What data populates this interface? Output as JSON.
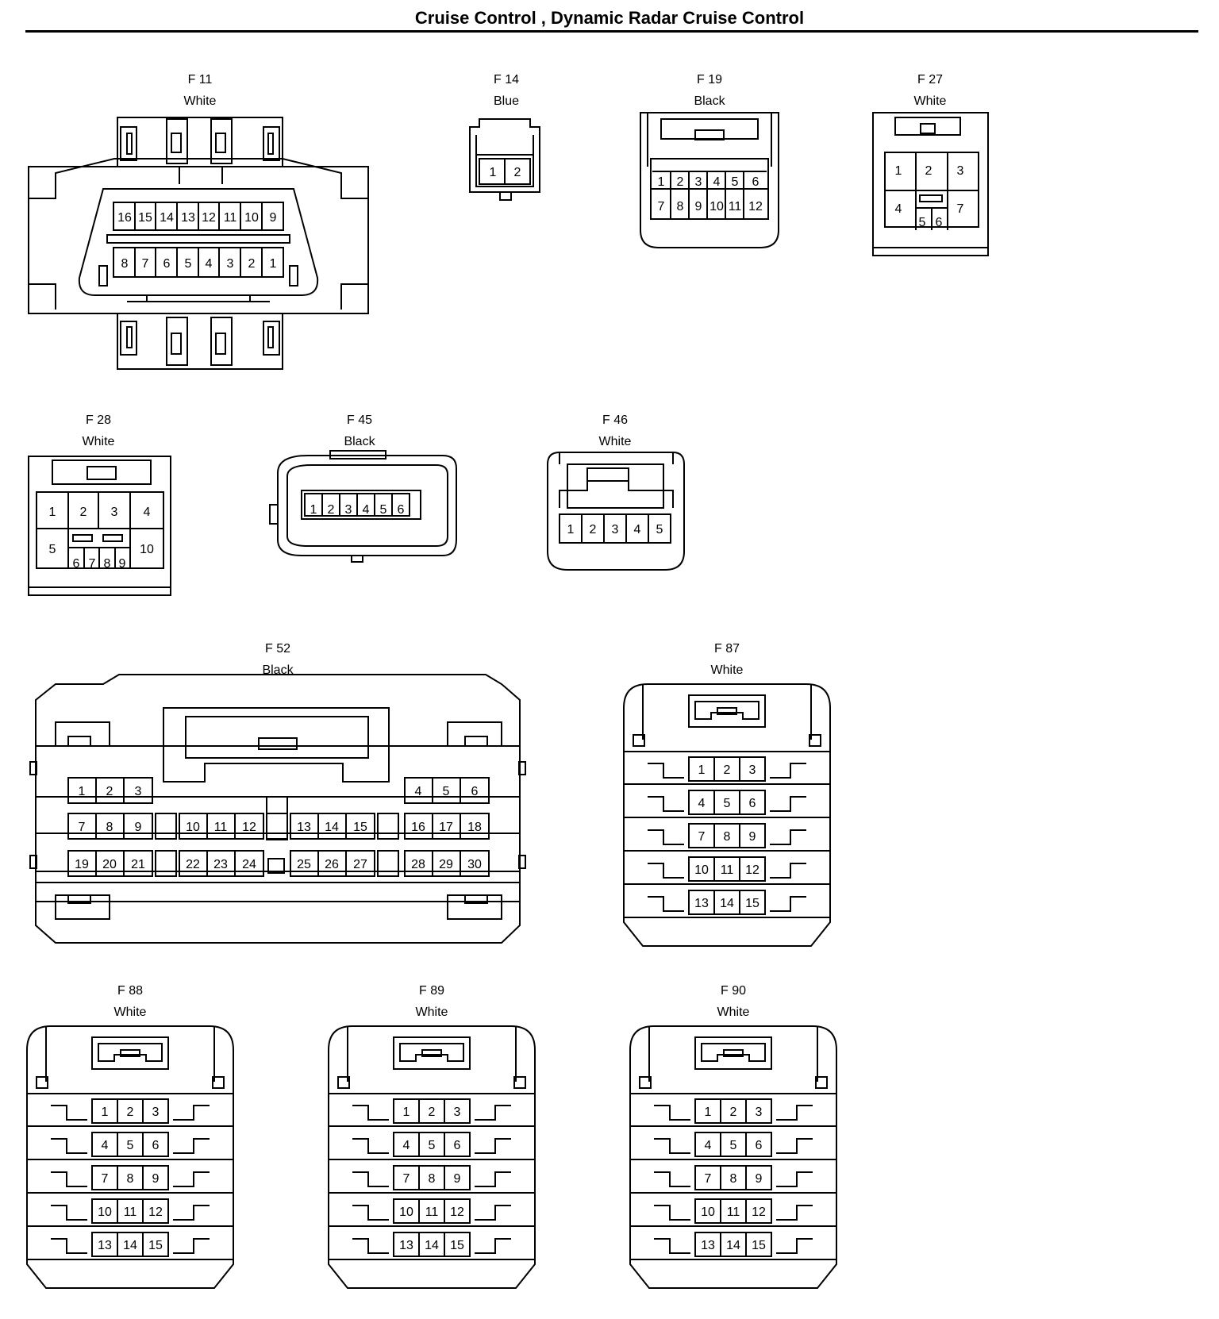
{
  "title": "Cruise Control , Dynamic Radar Cruise Control",
  "connectors": [
    {
      "id": "F 11",
      "color": "White"
    },
    {
      "id": "F 14",
      "color": "Blue"
    },
    {
      "id": "F 19",
      "color": "Black"
    },
    {
      "id": "F 27",
      "color": "White"
    },
    {
      "id": "F 28",
      "color": "White"
    },
    {
      "id": "F 45",
      "color": "Black"
    },
    {
      "id": "F 46",
      "color": "White"
    },
    {
      "id": "F 52",
      "color": "Black"
    },
    {
      "id": "F 87",
      "color": "White"
    },
    {
      "id": "F 88",
      "color": "White"
    },
    {
      "id": "F 89",
      "color": "White"
    },
    {
      "id": "F 90",
      "color": "White"
    }
  ],
  "pins": {
    "F 11": [
      "16",
      "15",
      "14",
      "13",
      "12",
      "11",
      "10",
      "9",
      "8",
      "7",
      "6",
      "5",
      "4",
      "3",
      "2",
      "1"
    ],
    "F 14": [
      "1",
      "2"
    ],
    "F 19": [
      "1",
      "2",
      "3",
      "4",
      "5",
      "6",
      "7",
      "8",
      "9",
      "10",
      "11",
      "12"
    ],
    "F 27": [
      "1",
      "2",
      "3",
      "4",
      "7",
      "5",
      "6"
    ],
    "F 28": [
      "1",
      "2",
      "3",
      "4",
      "5",
      "10",
      "6",
      "7",
      "8",
      "9"
    ],
    "F 45": [
      "1",
      "2",
      "3",
      "4",
      "5",
      "6"
    ],
    "F 46": [
      "1",
      "2",
      "3",
      "4",
      "5"
    ],
    "F 52": [
      "1",
      "2",
      "3",
      "4",
      "5",
      "6",
      "7",
      "8",
      "9",
      "10",
      "11",
      "12",
      "13",
      "14",
      "15",
      "16",
      "17",
      "18",
      "19",
      "20",
      "21",
      "22",
      "23",
      "24",
      "25",
      "26",
      "27",
      "28",
      "29",
      "30"
    ],
    "F 87": [
      "1",
      "2",
      "3",
      "4",
      "5",
      "6",
      "7",
      "8",
      "9",
      "10",
      "11",
      "12",
      "13",
      "14",
      "15"
    ],
    "F 88": [
      "1",
      "2",
      "3",
      "4",
      "5",
      "6",
      "7",
      "8",
      "9",
      "10",
      "11",
      "12",
      "13",
      "14",
      "15"
    ],
    "F 89": [
      "1",
      "2",
      "3",
      "4",
      "5",
      "6",
      "7",
      "8",
      "9",
      "10",
      "11",
      "12",
      "13",
      "14",
      "15"
    ],
    "F 90": [
      "1",
      "2",
      "3",
      "4",
      "5",
      "6",
      "7",
      "8",
      "9",
      "10",
      "11",
      "12",
      "13",
      "14",
      "15"
    ]
  }
}
